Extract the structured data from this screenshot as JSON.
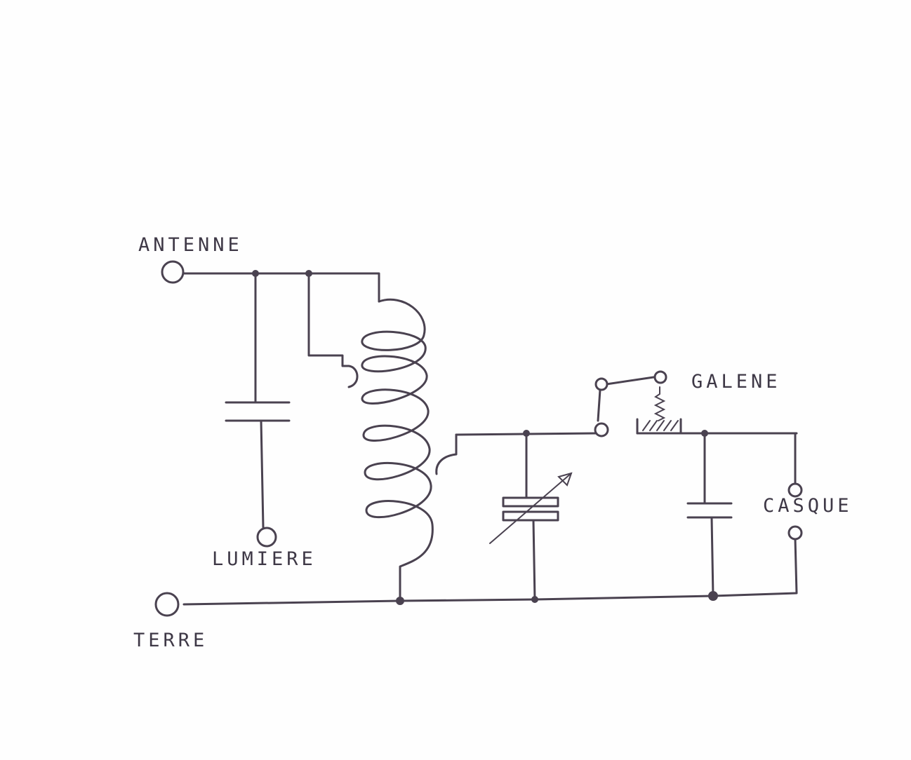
{
  "labels": {
    "antenna": "ANTENNE",
    "light": "LUMIERE",
    "ground": "TERRE",
    "galena": "GALENE",
    "headphones": "CASQUE"
  },
  "colors": {
    "ink": "#4a4250",
    "paper": "#fefefe"
  }
}
